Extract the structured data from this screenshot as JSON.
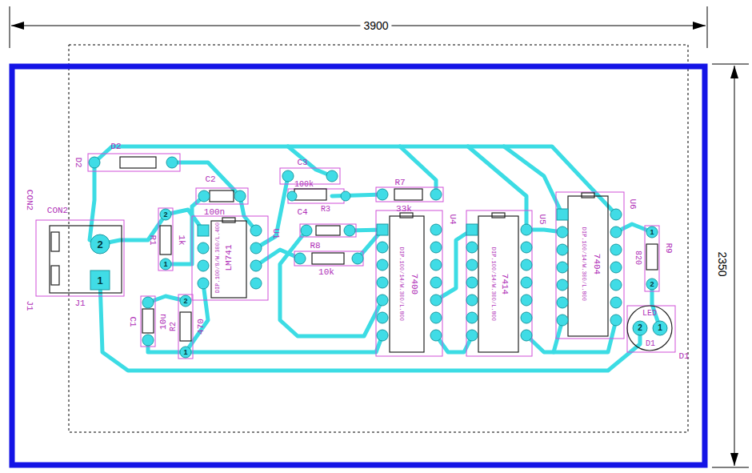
{
  "diagram": {
    "labels": [
      "3900",
      "2350",
      "D2",
      "D2",
      "C2",
      "100n",
      "U1",
      "LM741",
      "CON2",
      "CON2",
      "J1",
      "J1",
      "R1",
      "1k",
      "C1",
      "10u",
      "R2",
      "470",
      "C3",
      "100k",
      "R3",
      "C4",
      "R7",
      "33k",
      "R8",
      "10k",
      "U4",
      "7400",
      "U5",
      "7414",
      "U6",
      "7404",
      "R9",
      "820",
      "LED",
      "D1",
      "D1",
      "2",
      "1",
      "2",
      "1",
      "2",
      "1",
      "2",
      "1",
      "1",
      "2",
      "DIP.100/14/W.300/L.800",
      "DIP.100/14/W.300/L.800",
      "DIP.100/14/W.300/L.800",
      "DIP.100/8/W.300/L.400"
    ]
  }
}
